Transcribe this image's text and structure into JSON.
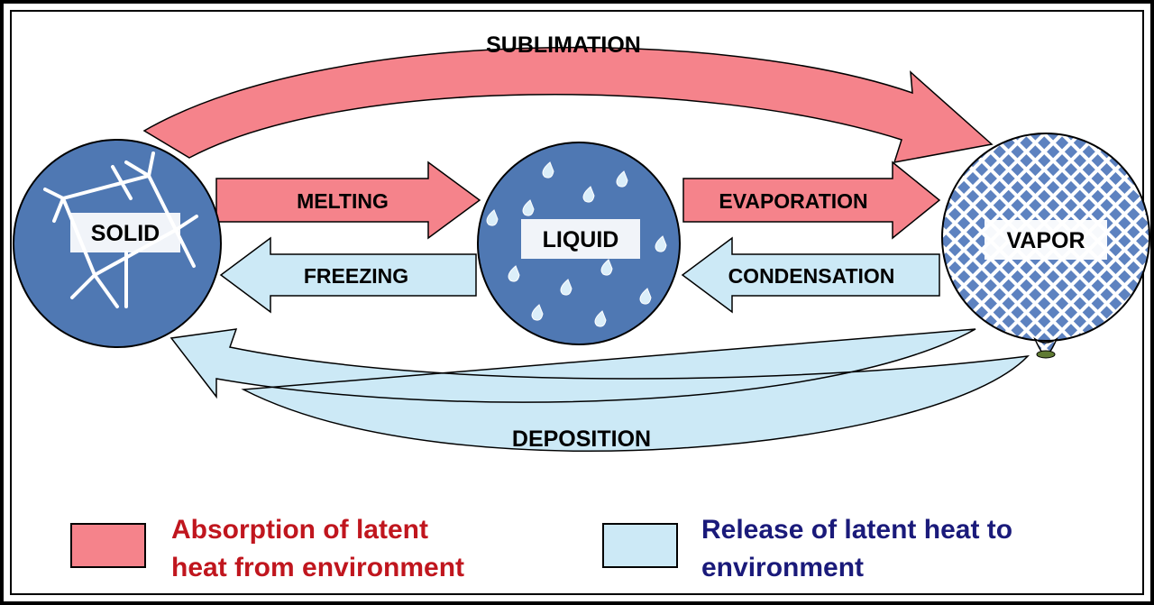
{
  "colors": {
    "absorb_fill": "#f5838b",
    "release_fill": "#cce9f6",
    "circle_fill": "#4f78b3",
    "absorb_text": "#c0161e",
    "release_text": "#1a1a7a"
  },
  "states": {
    "solid": "SOLID",
    "liquid": "LIQUID",
    "vapor": "VAPOR"
  },
  "processes": {
    "sublimation": "SUBLIMATION",
    "melting": "MELTING",
    "evaporation": "EVAPORATION",
    "freezing": "FREEZING",
    "condensation": "CONDENSATION",
    "deposition": "DEPOSITION"
  },
  "legend": {
    "absorption_line1": "Absorption of latent",
    "absorption_line2": "heat from environment",
    "release_line1": "Release of latent heat to",
    "release_line2": "environment"
  }
}
